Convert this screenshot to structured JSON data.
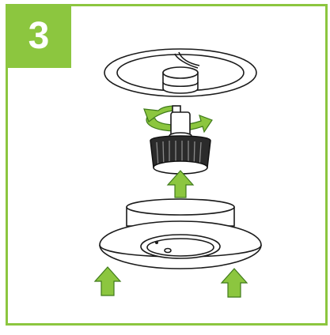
{
  "step": {
    "number": "3"
  },
  "colors": {
    "accent": "#8cc63f",
    "accent_dark": "#5a9a25",
    "line": "#1a1a1a"
  },
  "illustration": {
    "parts": [
      "ceiling-plate",
      "gu10-socket",
      "led-bulb",
      "downlight-housing"
    ],
    "rotation_arrow_icon": "rotate-arrow-icon",
    "up_arrow_icons": [
      "up-arrow-icon",
      "up-arrow-icon",
      "up-arrow-icon"
    ]
  }
}
